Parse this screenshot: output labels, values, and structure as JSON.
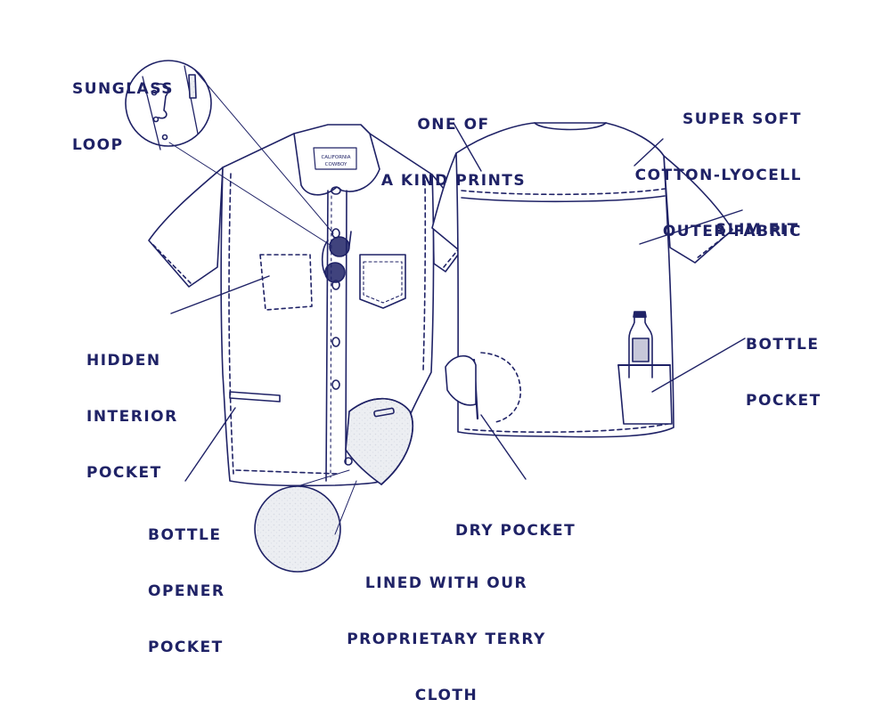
{
  "colors": {
    "ink": "#1f2266",
    "fabric": "#ffffff",
    "terry": "#eceef2",
    "background": "#ffffff"
  },
  "callouts": {
    "sunglass_loop": [
      "SUNGLASS",
      "LOOP"
    ],
    "one_of_a_kind": [
      "ONE OF",
      "A KIND PRINTS"
    ],
    "super_soft": [
      "SUPER SOFT",
      "COTTON-LYOCELL",
      "OUTER FABRIC"
    ],
    "slim_fit": [
      "SLIM FIT"
    ],
    "bottle_pocket": [
      "BOTTLE",
      "POCKET"
    ],
    "hidden_pocket": [
      "HIDDEN",
      "INTERIOR",
      "POCKET"
    ],
    "bottle_opener": [
      "BOTTLE",
      "OPENER",
      "POCKET"
    ],
    "dry_pocket": [
      "DRY POCKET"
    ],
    "terry_cloth": [
      "LINED WITH OUR",
      "PROPRIETARY TERRY",
      "CLOTH"
    ]
  },
  "collar_tag": [
    "CALIFORNIA",
    "COWBOY"
  ]
}
